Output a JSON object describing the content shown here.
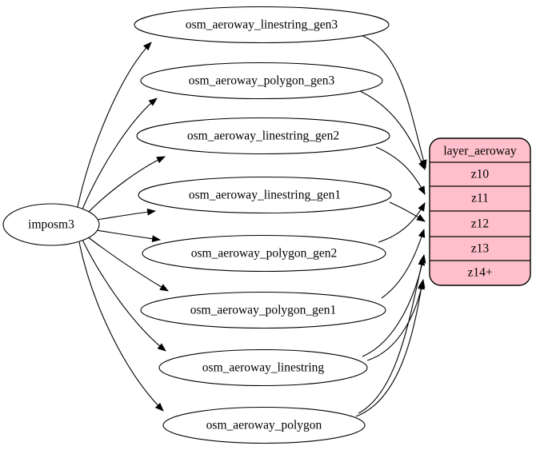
{
  "diagram": {
    "type": "etl-graph",
    "background_color": "#ffffff",
    "edge_color": "#000000",
    "source": {
      "label": "imposm3"
    },
    "tables": [
      {
        "id": "osm_aeroway_linestring_gen3",
        "label": "osm_aeroway_linestring_gen3"
      },
      {
        "id": "osm_aeroway_polygon_gen3",
        "label": "osm_aeroway_polygon_gen3"
      },
      {
        "id": "osm_aeroway_linestring_gen2",
        "label": "osm_aeroway_linestring_gen2"
      },
      {
        "id": "osm_aeroway_linestring_gen1",
        "label": "osm_aeroway_linestring_gen1"
      },
      {
        "id": "osm_aeroway_polygon_gen2",
        "label": "osm_aeroway_polygon_gen2"
      },
      {
        "id": "osm_aeroway_polygon_gen1",
        "label": "osm_aeroway_polygon_gen1"
      },
      {
        "id": "osm_aeroway_linestring",
        "label": "osm_aeroway_linestring"
      },
      {
        "id": "osm_aeroway_polygon",
        "label": "osm_aeroway_polygon"
      }
    ],
    "layer_record": {
      "title": "layer_aeroway",
      "rows": [
        "z10",
        "z11",
        "z12",
        "z13",
        "z14+"
      ],
      "fill_color": "#ffc0cb",
      "stroke_color": "#000000"
    },
    "edges": {
      "from_source": [
        "osm_aeroway_linestring_gen3",
        "osm_aeroway_polygon_gen3",
        "osm_aeroway_linestring_gen2",
        "osm_aeroway_linestring_gen1",
        "osm_aeroway_polygon_gen2",
        "osm_aeroway_polygon_gen1",
        "osm_aeroway_linestring",
        "osm_aeroway_polygon"
      ],
      "to_layer": [
        {
          "from": "osm_aeroway_linestring_gen3",
          "to": "z10"
        },
        {
          "from": "osm_aeroway_polygon_gen3",
          "to": "z10"
        },
        {
          "from": "osm_aeroway_linestring_gen2",
          "to": "z11"
        },
        {
          "from": "osm_aeroway_polygon_gen2",
          "to": "z11"
        },
        {
          "from": "osm_aeroway_linestring_gen1",
          "to": "z12"
        },
        {
          "from": "osm_aeroway_polygon_gen1",
          "to": "z12"
        },
        {
          "from": "osm_aeroway_linestring",
          "to": "z13"
        },
        {
          "from": "osm_aeroway_linestring",
          "to": "z14+"
        },
        {
          "from": "osm_aeroway_polygon",
          "to": "z13"
        },
        {
          "from": "osm_aeroway_polygon",
          "to": "z14+"
        }
      ]
    }
  }
}
